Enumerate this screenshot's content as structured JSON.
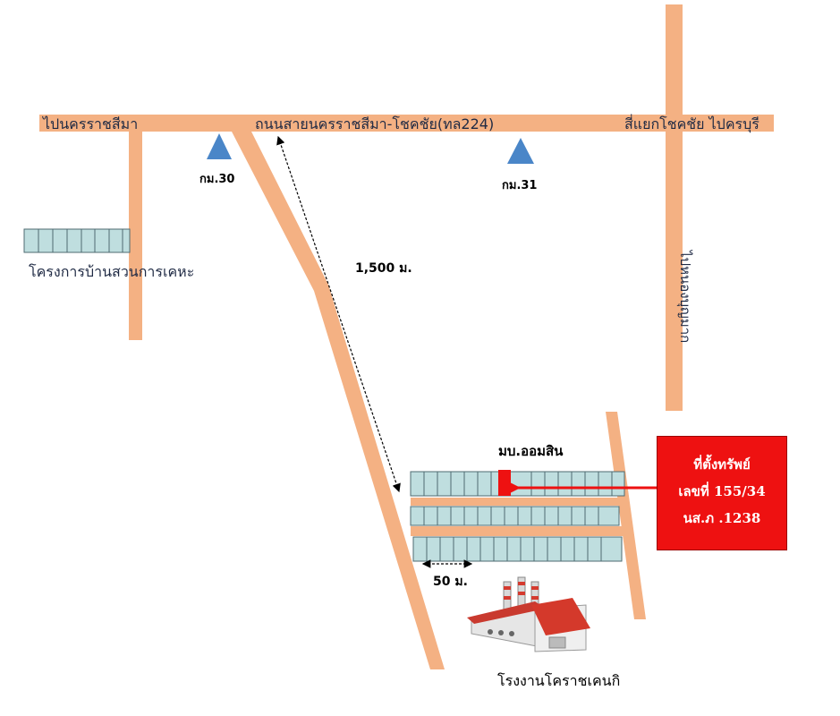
{
  "map": {
    "labels": {
      "to_nakhon_ratchasima": "ไปนครราชสีมา",
      "main_road": "ถนนสายนครราชสีมา-โชคชัย(ทล224)",
      "chokchai_junction": "สี่แยกโชคชัย  ไปครบุรี",
      "km30": "กม.30",
      "km31": "กม.31",
      "to_nong_bun_mak": "ไปหนองบุญมาก",
      "housing_project": "โครงการบ้านสวนการเคหะ",
      "distance_1500": "1,500 ม.",
      "village_name": "มบ.ออมสิน",
      "distance_50": "50 ม.",
      "factory_name": "โรงงานโคราชเคนกิ"
    },
    "callout": {
      "line1": "ที่ตั้งทรัพย์",
      "line2": "เลขที่ 155/34",
      "line3": "นส.ภ .1238"
    },
    "colors": {
      "road": "#f4b183",
      "km_marker": "#4a86c8",
      "callout": "#ee1111",
      "house": "#bfdedf"
    },
    "icons": [
      "km-marker-triangle-icon",
      "factory-icon",
      "arrow-icon",
      "property-marker"
    ]
  }
}
